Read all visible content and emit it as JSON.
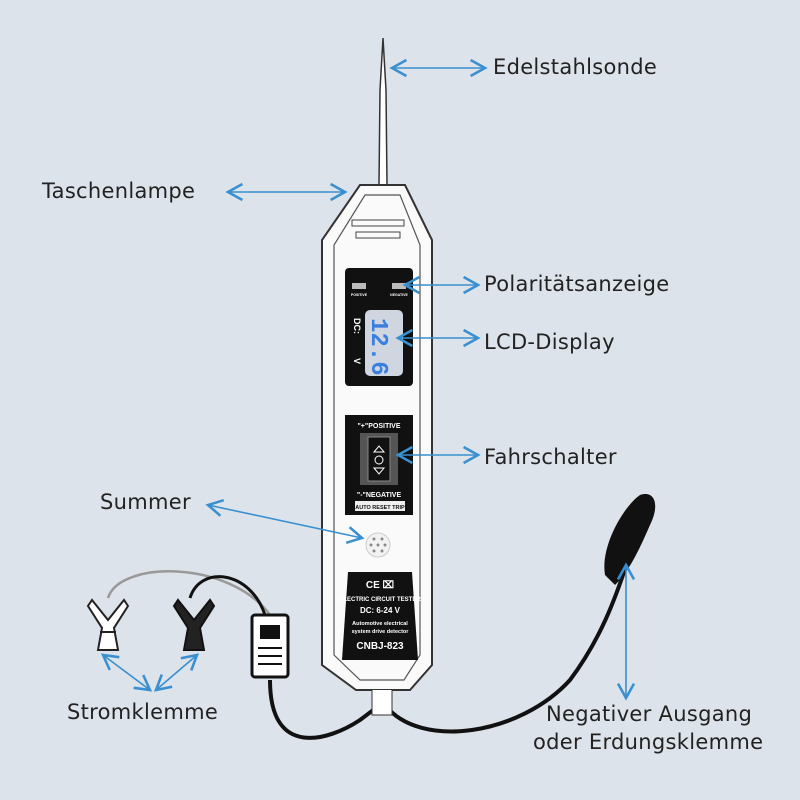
{
  "labels": {
    "probe": "Edelstahlsonde",
    "flashlight": "Taschenlampe",
    "polarity": "Polaritätsanzeige",
    "lcd": "LCD-Display",
    "switch": "Fahrschalter",
    "buzzer": "Summer",
    "clamp": "Stromklemme",
    "negative_line1": "Negativer Ausgang",
    "negative_line2": "oder Erdungsklemme"
  },
  "device": {
    "led_left": "POSITIVE",
    "led_right": "NEGATIVE",
    "dc_label": "DC:",
    "v_label": "V",
    "reading": "12.6",
    "positive": "\"+\"POSITIVE",
    "negative": "\"-\"NEGATIVE",
    "auto_reset": "AUTO RESET TRIP",
    "ce": "CE ⌧",
    "product": "ELECTRIC CIRCUIT TESTER",
    "range": "DC: 6-24 V",
    "desc1": "Automotive electrical",
    "desc2": "system drive detector",
    "model": "CNBJ-823"
  },
  "colors": {
    "arrow": "#3a8fd0",
    "background": "#dde3ea",
    "lcd": "#3a7ee0"
  }
}
